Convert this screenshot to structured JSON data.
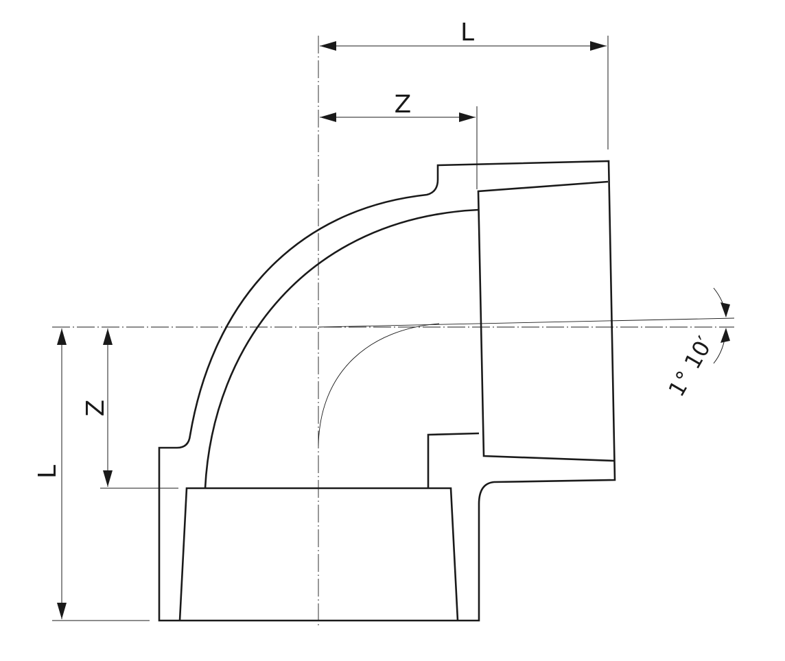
{
  "drawing": {
    "dimensions": {
      "top_length": "L",
      "top_z": "Z",
      "left_length": "L",
      "left_z": "Z"
    },
    "taper_angle": "1° 10′",
    "colors": {
      "line": "#1a1a1a",
      "background": "#ffffff"
    }
  }
}
